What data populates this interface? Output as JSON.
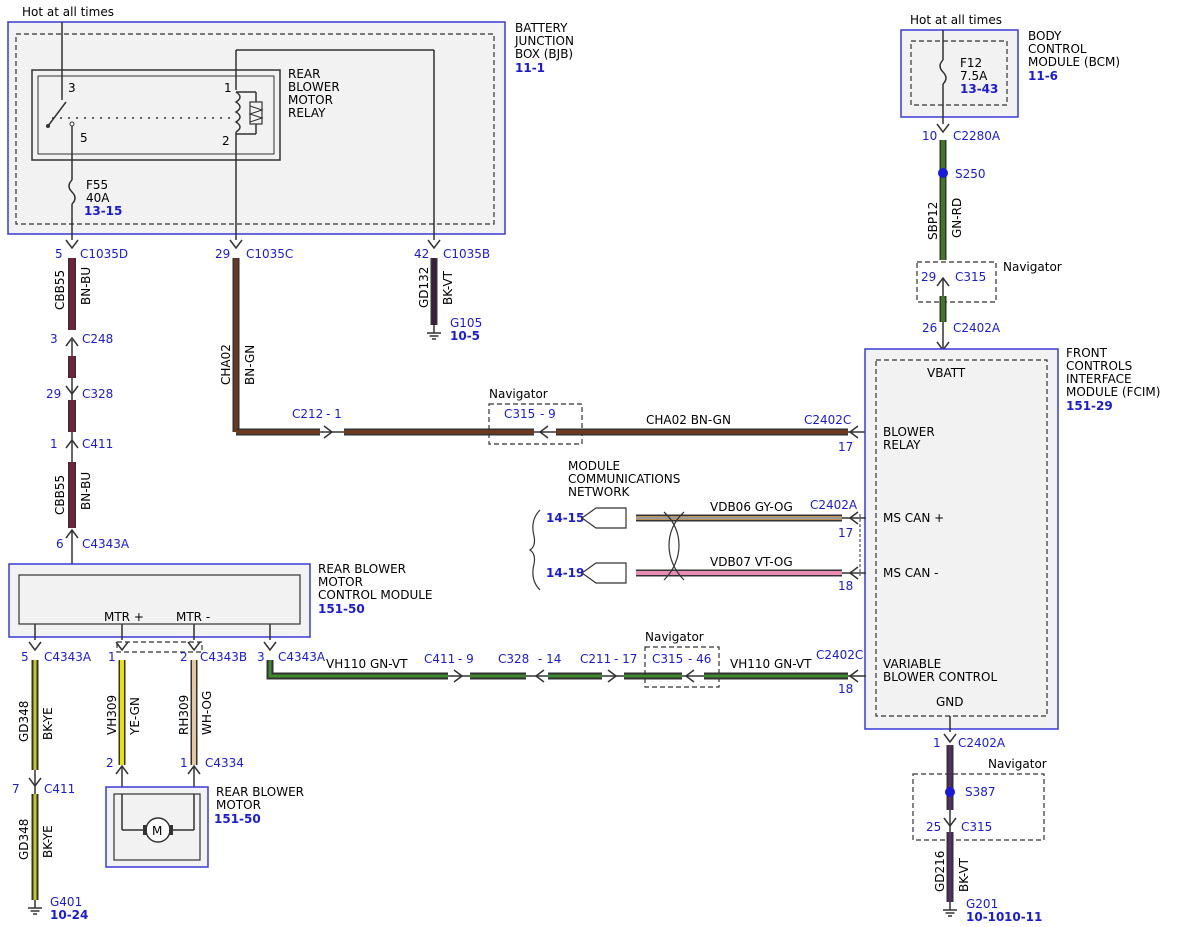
{
  "hot": {
    "left": "Hot at all times",
    "right": "Hot at all times"
  },
  "bjb": {
    "l1": "BATTERY",
    "l2": "JUNCTION",
    "l3": "BOX (BJB)",
    "ref": "11-1"
  },
  "relay": {
    "l1": "REAR",
    "l2": "BLOWER",
    "l3": "MOTOR",
    "l4": "RELAY",
    "p3": "3",
    "p5": "5",
    "p1": "1",
    "p2": "2"
  },
  "f55": {
    "name": "F55",
    "amp": "40A",
    "ref": "13-15"
  },
  "bcm": {
    "l1": "BODY",
    "l2": "CONTROL",
    "l3": "MODULE (BCM)",
    "ref": "11-6",
    "fuse": "F12",
    "amp": "7.5A",
    "fref": "13-43"
  },
  "conn": {
    "c1035d_pin": "5",
    "c1035d": "C1035D",
    "c1035c_pin": "29",
    "c1035c": "C1035C",
    "c1035b_pin": "42",
    "c1035b": "C1035B",
    "c248_pin": "3",
    "c248": "C248",
    "c328_pin": "29",
    "c328": "C328",
    "c411_pin": "1",
    "c411": "C411",
    "c4343a_pin": "6",
    "c4343a": "C4343A",
    "c2280a_pin": "10",
    "c2280a": "C2280A",
    "s250": "S250",
    "c315_pin": "29",
    "c315": "C315",
    "c2402a_pin": "26",
    "c2402a": "C2402A",
    "c212": "C212",
    "c212_pin": "- 1",
    "c315b": "C315",
    "c315b_pin": "- 9",
    "c2402c_top": "C2402C",
    "c2402c_top_pin": "17",
    "c2402a_can": "C2402A",
    "can_plus_pin": "17",
    "can_minus_pin": "18",
    "m5_pin": "5",
    "m5": "C4343A",
    "m1_pin": "1",
    "m2_pin": "2",
    "m2": "C4343B",
    "m3_pin": "3",
    "m3": "C4343A",
    "vh_c411": "C411",
    "vh_c411_pin": "- 9",
    "vh_c328": "C328",
    "vh_c328_pin": "- 14",
    "vh_c211": "C211",
    "vh_c211_pin": "- 17",
    "vh_c315": "C315",
    "vh_c315_pin": "- 46",
    "vh_c2402c": "C2402C",
    "vh_c2402c_pin": "18",
    "c4334_pin2": "2",
    "c4334_pin1": "1",
    "c4334": "C4334",
    "c411b_pin": "7",
    "c411b": "C411",
    "gnd_c2402a_pin": "1",
    "gnd_c2402a": "C2402A",
    "s387": "S387",
    "gnd_c315_pin": "25",
    "gnd_c315": "C315"
  },
  "wires": {
    "cbb55": "CBB55",
    "bnbu": "BN-BU",
    "cha02": "CHA02",
    "bngn": "BN-GN",
    "cha02_h": "CHA02  BN-GN",
    "gd132": "GD132",
    "bkvt": "BK-VT",
    "sbp12": "SBP12",
    "gnrd": "GN-RD",
    "vdb06": "VDB06   GY-OG",
    "vdb07": "VDB07   VT-OG",
    "vh110": "VH110   GN-VT",
    "gd348": "GD348",
    "bkye": "BK-YE",
    "vh309": "VH309",
    "yegn": "YE-GN",
    "rh309": "RH309",
    "whog": "WH-OG",
    "gd216": "GD216",
    "bkvt2": "BK-VT"
  },
  "grounds": {
    "g105": "G105",
    "g105_ref": "10-5",
    "g401": "G401",
    "g401_ref": "10-24",
    "g201": "G201",
    "g201_ref1": "10-10",
    "g201_ref2": "10-11"
  },
  "nav": {
    "n1": "Navigator",
    "n2": "Navigator",
    "n3": "Navigator",
    "n4": "Navigator"
  },
  "fcim": {
    "l1": "FRONT",
    "l2": "CONTROLS",
    "l3": "INTERFACE",
    "l4": "MODULE (FCIM)",
    "ref": "151-29",
    "vbatt": "VBATT",
    "br1": "BLOWER",
    "br2": "RELAY",
    "canp": "MS CAN +",
    "canm": "MS CAN -",
    "vbc1": "VARIABLE",
    "vbc2": "BLOWER CONTROL",
    "gnd": "GND"
  },
  "mcn": {
    "l1": "MODULE",
    "l2": "COMMUNICATIONS",
    "l3": "NETWORK",
    "r1": "14-15",
    "r2": "14-19"
  },
  "rbmcm": {
    "l1": "REAR BLOWER",
    "l2": "MOTOR",
    "l3": "CONTROL MODULE",
    "ref": "151-50",
    "mtrp": "MTR +",
    "mtrm": "MTR -"
  },
  "motor": {
    "l1": "REAR BLOWER",
    "l2": "MOTOR",
    "ref": "151-50",
    "sym": "M"
  },
  "colors": {
    "box_border": "#3a3ad8",
    "ref_text": "#1a1adb",
    "bn_bu": "#7a1f3d",
    "bn_gn": "#6b3a1e",
    "gn": "#3e7a1e",
    "gn_vt": "#3e8a2e",
    "bk_vt": "#3a1f3d",
    "bk_ye": "#c8c81e",
    "ye_gn": "#e6e600",
    "wh_og": "#e8c89a",
    "gy_og": "#c09050",
    "vt_og": "#e88cb4"
  }
}
